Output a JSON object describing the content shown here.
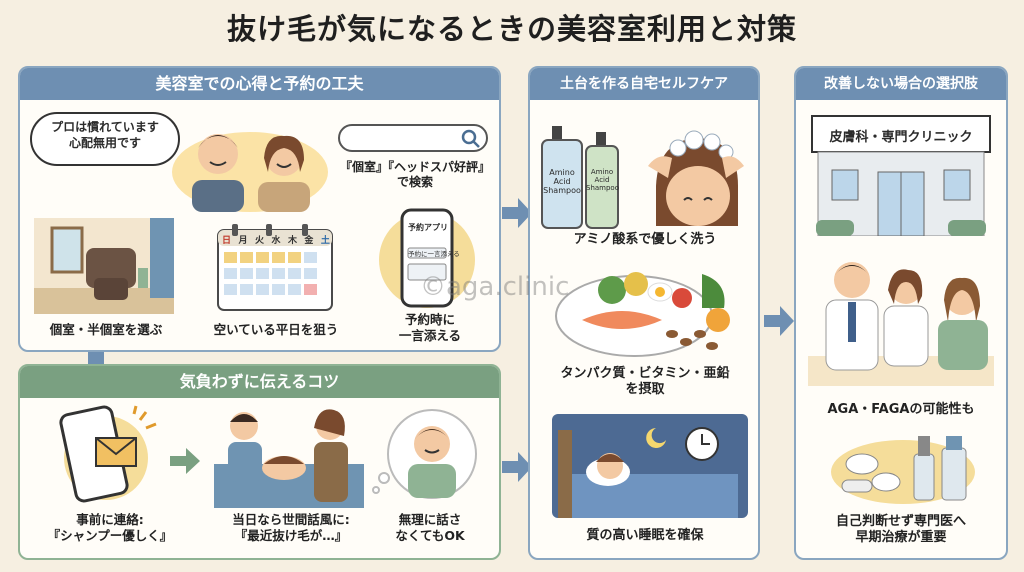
{
  "title": "抜け毛が気になるときの美容室利用と対策",
  "sections": {
    "salon": {
      "header": "美容室での心得と予約の工夫",
      "speech": [
        "プロは慣れています",
        "心配無用です"
      ],
      "search_caption": [
        "『個室』『ヘッドスパ好評』",
        "で検索"
      ],
      "items": [
        {
          "label": "個室・半個室を選ぶ"
        },
        {
          "label": "空いている平日を狙う"
        },
        {
          "label": [
            "予約時に",
            "一言添える"
          ]
        }
      ],
      "calendar_days": [
        "日",
        "月",
        "火",
        "水",
        "木",
        "金",
        "土"
      ],
      "app_title": "予約アプリ",
      "app_note": "予約に一言添える"
    },
    "tips": {
      "header": "気負わずに伝えるコツ",
      "items": [
        {
          "label": [
            "事前に連絡:",
            "『シャンプー優しく』"
          ]
        },
        {
          "label": [
            "当日なら世間話風に:",
            "『最近抜け毛が…』"
          ]
        },
        {
          "label": [
            "無理に話さ",
            "なくてもOK"
          ]
        }
      ]
    },
    "homecare": {
      "header": "土台を作る自宅セルフケア",
      "bottle_text": [
        "Amino",
        "Acid",
        "Shampoo"
      ],
      "items": [
        {
          "label": "アミノ酸系で優しく洗う"
        },
        {
          "label": [
            "タンパク質・ビタミン・亜鉛",
            "を摂取"
          ]
        },
        {
          "label": "質の高い睡眠を確保"
        }
      ]
    },
    "options": {
      "header": "改善しない場合の選択肢",
      "clinic_sign": "皮膚科・専門クリニック",
      "items": [
        {
          "label": "AGA・FAGAの可能性も"
        },
        {
          "label": [
            "自己判断せず専門医へ",
            "早期治療が重要"
          ]
        }
      ]
    }
  },
  "watermark": "©aga.clinic",
  "colors": {
    "blue_header": "#6e8fb2",
    "green_header": "#7aa081",
    "background": "#f6efe1",
    "arrow": "#6e8fb2"
  }
}
